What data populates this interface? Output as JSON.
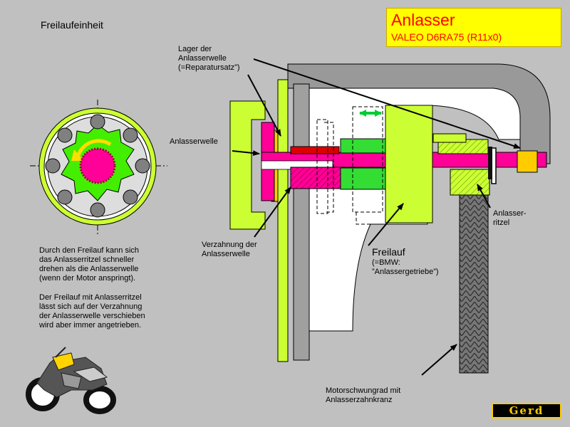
{
  "title": {
    "main": "Anlasser",
    "model": "VALEO D6RA75 (R11x0)"
  },
  "section_heading": "Freilaufeinheit",
  "labels": {
    "bearing": [
      "Lager der",
      "Anlasserwelle",
      "(=Reparatursatz”)"
    ],
    "shaft": "Anlasserwelle",
    "pinion": [
      "Anlasser-",
      "ritzel"
    ],
    "spline": [
      "Verzahnung der",
      "Anlasserwelle"
    ],
    "freewheel_title": "Freilauf",
    "freewheel_sub": [
      "(=BMW:",
      "”Anlassergetriebe”)"
    ],
    "flywheel": [
      "Motorschwungrad mit",
      "Anlasserzahnkranz"
    ]
  },
  "description": {
    "para1": [
      "Durch den Freilauf kann sich",
      "das Anlasserritzel schneller",
      "drehen als die Anlasserwelle",
      "(wenn der Motor anspringt)."
    ],
    "para2": [
      "Der Freilauf mit Anlasserritzel",
      "lässt sich auf der Verzahnung",
      "der Anlasserwelle verschieben",
      "wird aber immer angetrieben."
    ]
  },
  "logo_text": "Gerd",
  "colors": {
    "background": "#c0c0c0",
    "title_bg": "#ffff00",
    "title_text": "#ff0000",
    "yellow_green": "#ccff33",
    "magenta": "#ff0099",
    "housing_gray": "#999999",
    "pinion_green": "#00cc00",
    "bearing_orange": "#ffcc00"
  }
}
